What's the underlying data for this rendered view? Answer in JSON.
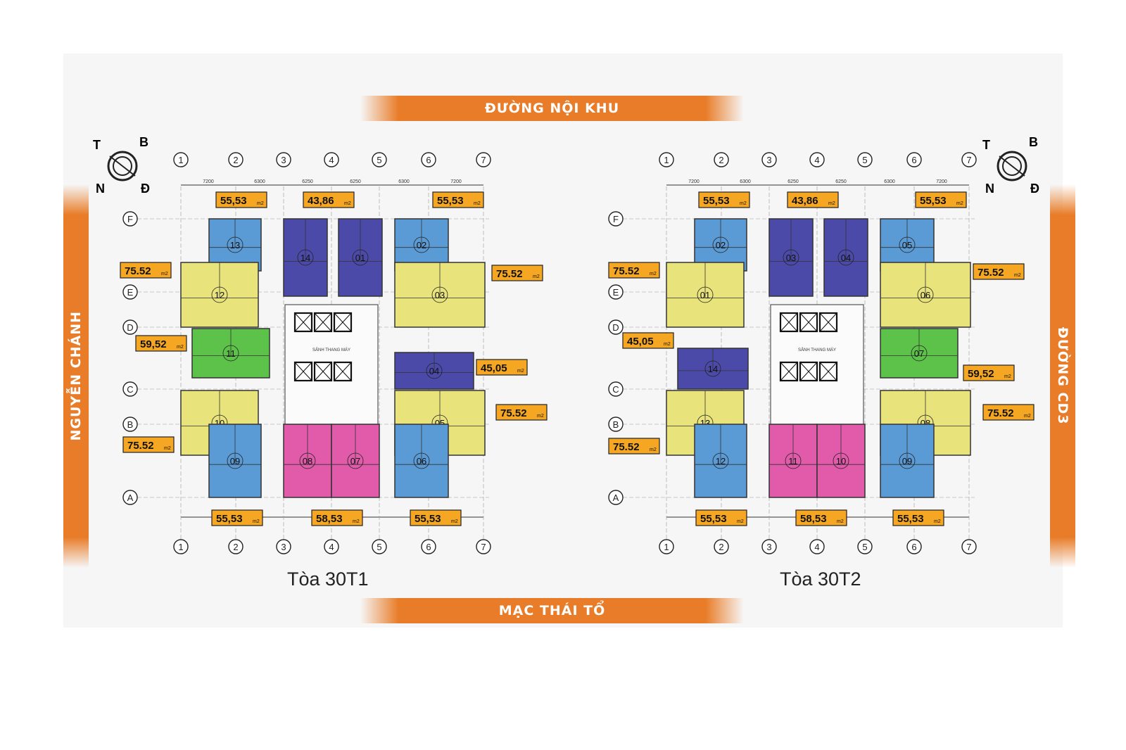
{
  "streets": {
    "top": "ĐƯỜNG NỘI KHU",
    "bottom": "MẠC THÁI TỔ",
    "left": "NGUYỄN CHÁNH",
    "right": "ĐƯỜNG CD3"
  },
  "compass": {
    "t": "T",
    "b": "B",
    "n": "N",
    "d": "Đ"
  },
  "grid_columns": [
    "1",
    "2",
    "3",
    "4",
    "5",
    "6",
    "7"
  ],
  "grid_rows": [
    "F",
    "E",
    "D",
    "C",
    "B",
    "A"
  ],
  "dimensions": [
    "7200",
    "6300",
    "6250",
    "6250",
    "6300",
    "7200"
  ],
  "lobby_label": "SẢNH THANG MÁY",
  "tower_1": {
    "name": "Tòa 30T1",
    "units": [
      "13",
      "14",
      "01",
      "02",
      "12",
      "03",
      "11",
      "04",
      "10",
      "05",
      "09",
      "08",
      "07",
      "06"
    ],
    "areas": {
      "top_left": "55,53",
      "top_center": "43,86",
      "top_right": "55,53",
      "left_1": "75.52",
      "left_2": "59,52",
      "left_3": "75.52",
      "right_1": "75.52",
      "right_2": "45,05",
      "right_3": "75.52",
      "bottom_left": "55,53",
      "bottom_center": "58,53",
      "bottom_right": "55,53"
    }
  },
  "tower_2": {
    "name": "Tòa 30T2",
    "units": [
      "02",
      "03",
      "04",
      "05",
      "01",
      "06",
      "14",
      "07",
      "13",
      "08",
      "12",
      "11",
      "10",
      "09"
    ],
    "areas": {
      "top_left": "55,53",
      "top_center": "43,86",
      "top_right": "55,53",
      "left_1": "75.52",
      "left_2": "45,05",
      "left_3": "75.52",
      "right_1": "75.52",
      "right_2": "59,52",
      "right_3": "75.52",
      "bottom_left": "55,53",
      "bottom_center": "58,53",
      "bottom_right": "55,53"
    }
  },
  "unit_unit": "m2",
  "colors": {
    "street": "#e87c28",
    "blue": "#5b9bd5",
    "navy": "#4b4aa8",
    "yellow": "#e8e37a",
    "green": "#5cc24a",
    "pink": "#e25aaa",
    "label_box": "#f5a623"
  }
}
